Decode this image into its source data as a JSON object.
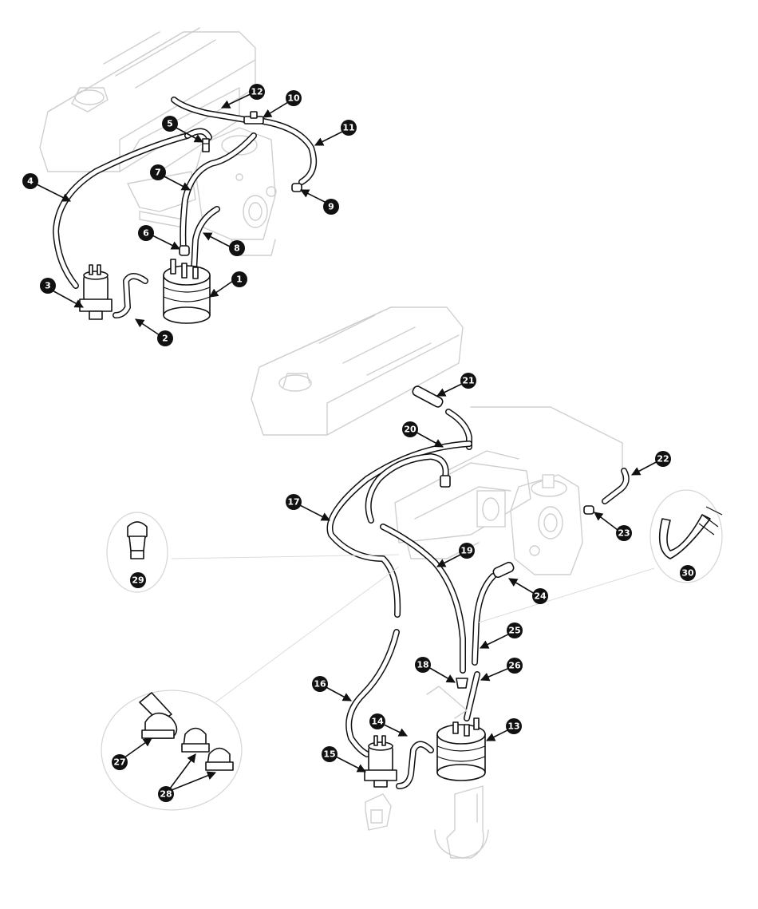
{
  "callouts": [
    "1",
    "2",
    "3",
    "4",
    "5",
    "6",
    "7",
    "8",
    "9",
    "10",
    "11",
    "12",
    "13",
    "14",
    "15",
    "16",
    "17",
    "18",
    "19",
    "20",
    "21",
    "22",
    "23",
    "24",
    "25",
    "26",
    "27",
    "28",
    "29",
    "30"
  ],
  "colors": {
    "line": "#111111",
    "ghost": "#cfcfcf",
    "callout_fill": "#111111",
    "callout_text": "#ffffff"
  }
}
